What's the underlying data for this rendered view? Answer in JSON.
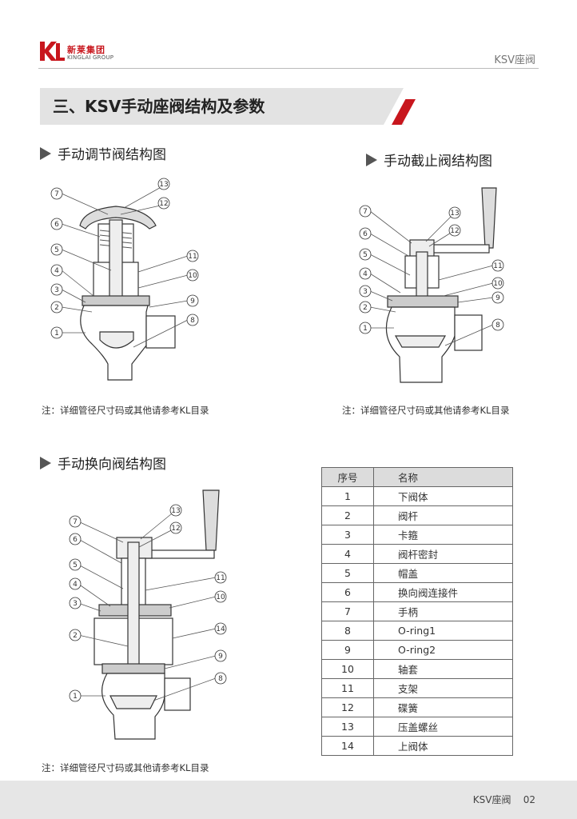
{
  "header": {
    "logo_mark": "KL",
    "logo_cn": "新莱集团",
    "logo_en": "KINGLAI GROUP",
    "doc_title": "KSV座阀"
  },
  "section": {
    "title": "三、KSV手动座阀结构及参数"
  },
  "figures": [
    {
      "title": "手动调节阀结构图",
      "note": "注：详细管径尺寸码或其他请参考KL目录"
    },
    {
      "title": "手动截止阀结构图",
      "note": "注：详细管径尺寸码或其他请参考KL目录"
    },
    {
      "title": "手动换向阀结构图",
      "note": "注：详细管径尺寸码或其他请参考KL目录"
    }
  ],
  "callouts": {
    "fig1": [
      "7",
      "13",
      "12",
      "6",
      "5",
      "11",
      "10",
      "4",
      "3",
      "9",
      "2",
      "8",
      "1"
    ],
    "fig2": [
      "7",
      "13",
      "12",
      "6",
      "5",
      "11",
      "4",
      "10",
      "3",
      "9",
      "2",
      "1",
      "8"
    ],
    "fig3": [
      "7",
      "13",
      "6",
      "12",
      "5",
      "11",
      "4",
      "10",
      "3",
      "14",
      "2",
      "9",
      "8",
      "1"
    ]
  },
  "table": {
    "headers": [
      "序号",
      "名称"
    ],
    "rows": [
      [
        "1",
        "下阀体"
      ],
      [
        "2",
        "阀杆"
      ],
      [
        "3",
        "卡箍"
      ],
      [
        "4",
        "阀杆密封"
      ],
      [
        "5",
        "帽盖"
      ],
      [
        "6",
        "换向阀连接件"
      ],
      [
        "7",
        "手柄"
      ],
      [
        "8",
        "O-ring1"
      ],
      [
        "9",
        "O-ring2"
      ],
      [
        "10",
        "轴套"
      ],
      [
        "11",
        "支架"
      ],
      [
        "12",
        "碟簧"
      ],
      [
        "13",
        "压盖螺丝"
      ],
      [
        "14",
        "上阀体"
      ]
    ]
  },
  "footer": {
    "doc_title": "KSV座阀",
    "page": "02"
  },
  "colors": {
    "brand_red": "#c8161d",
    "banner_gray": "#e3e3e3",
    "footer_gray": "#e6e6e6",
    "table_header_gray": "#dcdcdc"
  }
}
